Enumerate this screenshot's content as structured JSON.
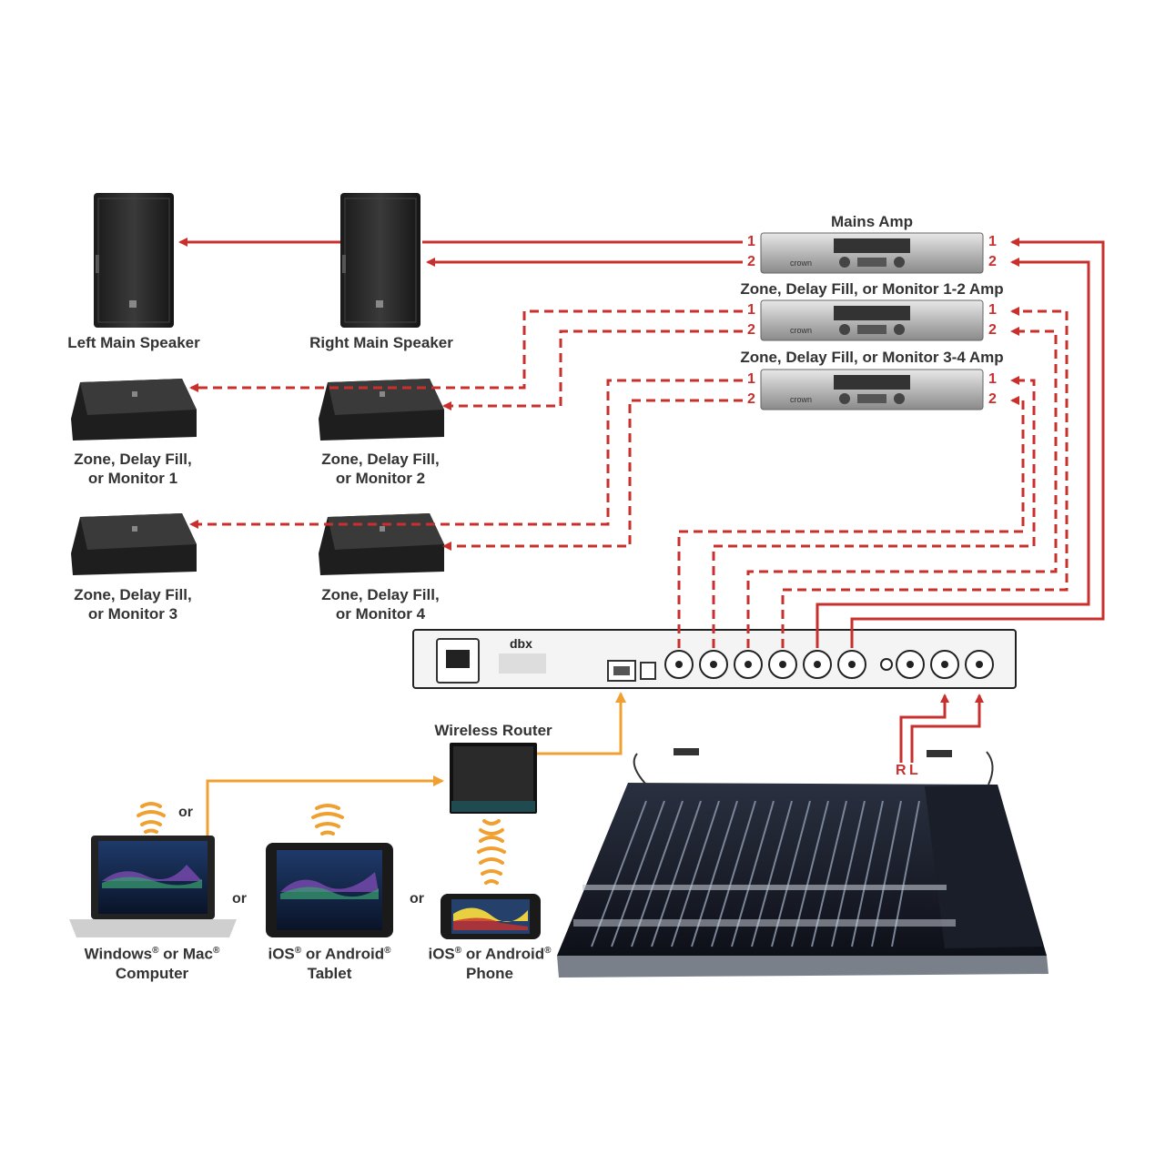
{
  "labels": {
    "left_main": "Left Main Speaker",
    "right_main": "Right Main Speaker",
    "zone1_line1": "Zone, Delay Fill,",
    "zone1_line2": "or Monitor 1",
    "zone2_line1": "Zone, Delay Fill,",
    "zone2_line2": "or Monitor 2",
    "zone3_line1": "Zone, Delay Fill,",
    "zone3_line2": "or Monitor 3",
    "zone4_line1": "Zone, Delay Fill,",
    "zone4_line2": "or Monitor 4",
    "mains_amp": "Mains Amp",
    "amp12": "Zone, Delay Fill, or Monitor 1-2 Amp",
    "amp34": "Zone, Delay Fill, or Monitor 3-4 Amp",
    "router": "Wireless Router",
    "computer_line1": "Windows",
    "computer_mid": " or Mac",
    "computer_line2": "Computer",
    "tablet_line1": "iOS",
    "tablet_mid": " or Android",
    "tablet_line2": "Tablet",
    "phone_line1": "iOS",
    "phone_mid": " or Android",
    "phone_line2": "Phone",
    "reg": "®",
    "or": "or",
    "ch1": "1",
    "ch2": "2",
    "right_letter": "R",
    "left_letter": "L",
    "dbx_brand": "dbx",
    "amp_brand": "crown"
  },
  "colors": {
    "signal_red": "#c8302d",
    "network_orange": "#f0a030",
    "label_gray": "#333333"
  }
}
